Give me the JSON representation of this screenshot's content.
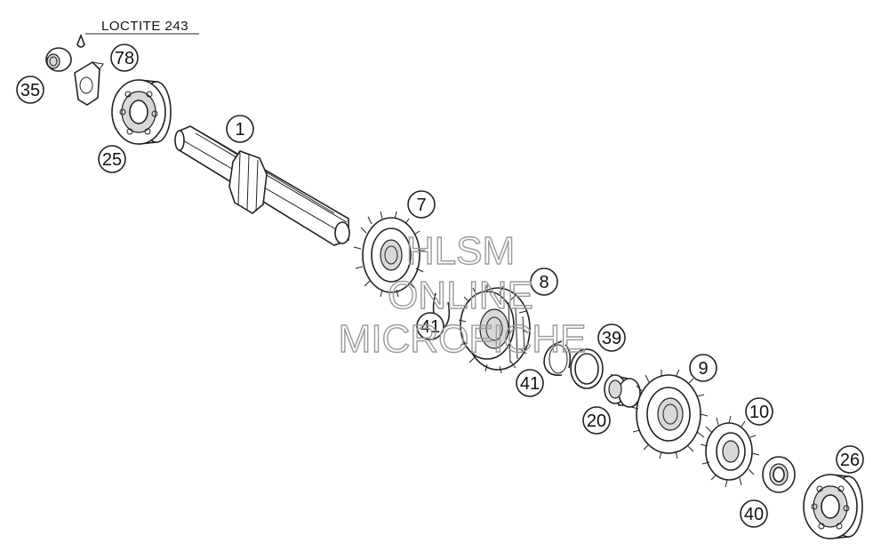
{
  "diagram": {
    "note": "LOCTITE 243",
    "watermark": [
      "HLSM",
      "ONLINE",
      "MICROFICHE"
    ],
    "callouts": [
      "35",
      "78",
      "25",
      "1",
      "7",
      "8",
      "41",
      "39",
      "41",
      "20",
      "9",
      "10",
      "40",
      "26"
    ]
  },
  "colors": {
    "line": "#222222",
    "watermark": "#9a9a9a",
    "background": "#ffffff"
  }
}
